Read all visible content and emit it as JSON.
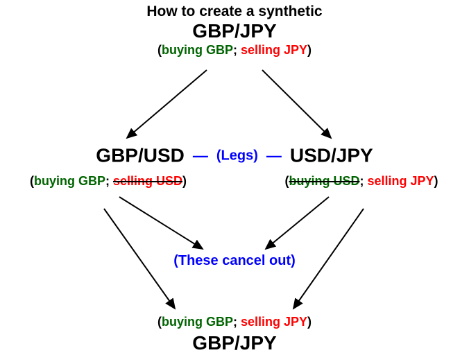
{
  "colors": {
    "buy_green": "#006400",
    "sell_red": "#ff0000",
    "note_blue": "#0000ff",
    "text_black": "#000000"
  },
  "header": {
    "title": "How to create a synthetic",
    "pair": "GBP/JPY",
    "detail": {
      "open": "(",
      "buy": "buying GBP",
      "sep": "; ",
      "sell": "selling JPY",
      "close": ")"
    }
  },
  "legs": {
    "left_pair": "GBP/USD",
    "dash_left": "—",
    "label": "(Legs)",
    "dash_right": "—",
    "right_pair": "USD/JPY",
    "left_detail": {
      "open": "(",
      "buy": "buying GBP",
      "sep": "; ",
      "struck_sell": "selling USD",
      "close": ")"
    },
    "right_detail": {
      "open": "(",
      "struck_buy": "buying USD",
      "sep": "; ",
      "sell": "selling JPY",
      "close": ")"
    }
  },
  "cancel_note": "(These cancel out)",
  "result": {
    "detail": {
      "open": "(",
      "buy": "buying GBP",
      "sep": "; ",
      "sell": "selling JPY",
      "close": ")"
    },
    "pair": "GBP/JPY"
  }
}
